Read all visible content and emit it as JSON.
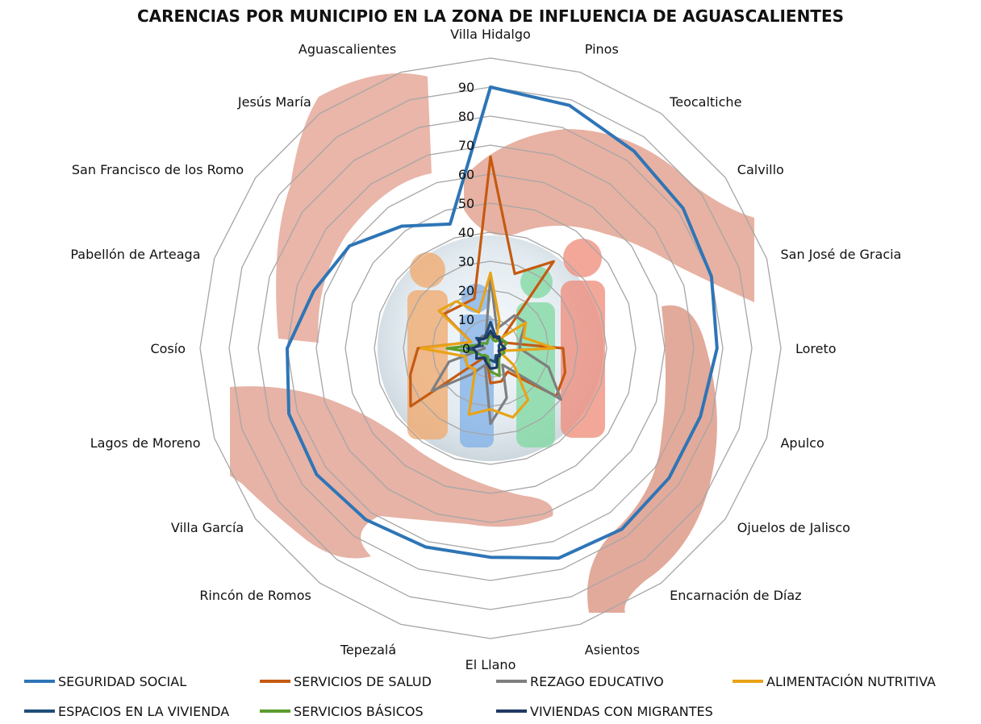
{
  "chart_data": {
    "type": "radar",
    "title": "CARENCIAS POR MUNICIPIO EN LA ZONA DE INFLUENCIA DE AGUASCALIENTES",
    "categories": [
      "Villa Hidalgo",
      "Pinos",
      "Teocaltiche",
      "Calvillo",
      "San José de Gracia",
      "Loreto",
      "Apulco",
      "Ojuelos de Jalisco",
      "Encarnación de Díaz",
      "Asientos",
      "El Llano",
      "Tepezalá",
      "Rincón de Romos",
      "Villa García",
      "Lagos de Moreno",
      "Cosío",
      "Pabellón de Arteaga",
      "San Francisco de los Romo",
      "Jesús María",
      "Aguascalientes"
    ],
    "r_ticks": [
      0,
      10,
      20,
      30,
      40,
      50,
      60,
      70,
      80,
      90
    ],
    "r_max": 100,
    "grid": true,
    "legend_position": "bottom",
    "series": [
      {
        "name": "SEGURIDAD SOCIAL",
        "color": "#2E75B6",
        "values": [
          90,
          88,
          84,
          82,
          80,
          78,
          76,
          76,
          77,
          76,
          72,
          72,
          73,
          74,
          73,
          70,
          64,
          60,
          52,
          45
        ]
      },
      {
        "name": "SERVICIOS DE SALUD",
        "color": "#C55A11",
        "values": [
          66,
          27,
          37,
          4,
          6,
          25,
          27,
          28,
          10,
          12,
          12,
          4,
          4,
          34,
          29,
          25,
          7,
          20,
          18,
          18
        ]
      },
      {
        "name": "REZAGO EDUCATIVO",
        "color": "#7F7F7F",
        "values": [
          25,
          7,
          14,
          15,
          11,
          10,
          21,
          30,
          7,
          18,
          26,
          6,
          11,
          25,
          15,
          2,
          3,
          5,
          5,
          5
        ]
      },
      {
        "name": "ALIMENTACIÓN NUTRITIVA",
        "color": "#E8A317",
        "values": [
          26,
          10,
          3,
          15,
          12,
          22,
          3,
          10,
          22,
          25,
          21,
          24,
          9,
          10,
          9,
          24,
          7,
          22,
          20,
          13
        ]
      },
      {
        "name": "ESPACIOS EN LA VIVIENDA",
        "color": "#1F4E79",
        "values": [
          9,
          5,
          4,
          5,
          3,
          3,
          3,
          4,
          3,
          5,
          4,
          4,
          3,
          4,
          5,
          8,
          3,
          6,
          4,
          5
        ]
      },
      {
        "name": "SERVICIOS BÁSICOS",
        "color": "#5B9C2E",
        "values": [
          5,
          3,
          3,
          5,
          6,
          4,
          5,
          4,
          5,
          10,
          8,
          3,
          3,
          4,
          5,
          15,
          4,
          3,
          2,
          3
        ]
      },
      {
        "name": "VIVIENDAS CON MIGRANTES",
        "color": "#203864",
        "values": [
          6,
          4,
          5,
          4,
          4,
          5,
          3,
          4,
          4,
          7,
          7,
          5,
          4,
          6,
          5,
          6,
          4,
          5,
          4,
          4
        ]
      }
    ]
  }
}
